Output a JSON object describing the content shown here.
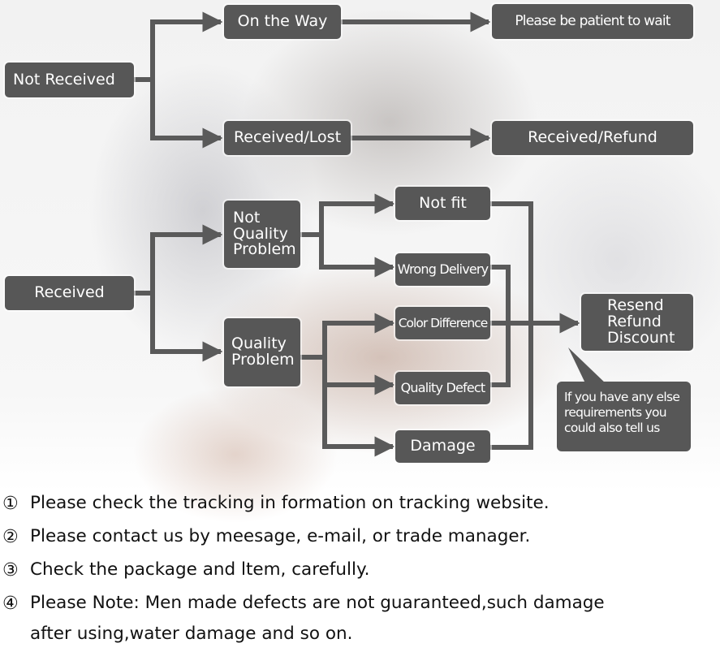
{
  "flow": {
    "not_received": "Not Received",
    "on_the_way": "On the Way",
    "please_wait": "Please be patient to wait",
    "received_lost": "Received/Lost",
    "received_refund": "Received/Refund",
    "received": "Received",
    "not_quality_problem": [
      "Not",
      "Quality",
      "Problem"
    ],
    "quality_problem": [
      "Quality",
      "Problem"
    ],
    "not_fit": "Not fit",
    "wrong_delivery": "Wrong Delivery",
    "color_difference": "Color Difference",
    "quality_defect": "Quality Defect",
    "damage": "Damage",
    "resolution": [
      "Resend",
      "Refund",
      "Discount"
    ],
    "callout": [
      "If you have any else",
      "requirements you",
      "could also tell us"
    ]
  },
  "notes": [
    {
      "num": "①",
      "text": "Please check the tracking in formation on tracking website."
    },
    {
      "num": "②",
      "text": "Please contact us by meesage, e-mail, or trade manager."
    },
    {
      "num": "③",
      "text": "Check the package and ltem, carefully."
    },
    {
      "num": "④",
      "text": "Please Note: Men made defects  are not guaranteed,such damage",
      "text2": "after using,water damage and so on."
    }
  ],
  "colors": {
    "box": "#575757",
    "connector": "#5a5a5a",
    "text": "#111111"
  }
}
